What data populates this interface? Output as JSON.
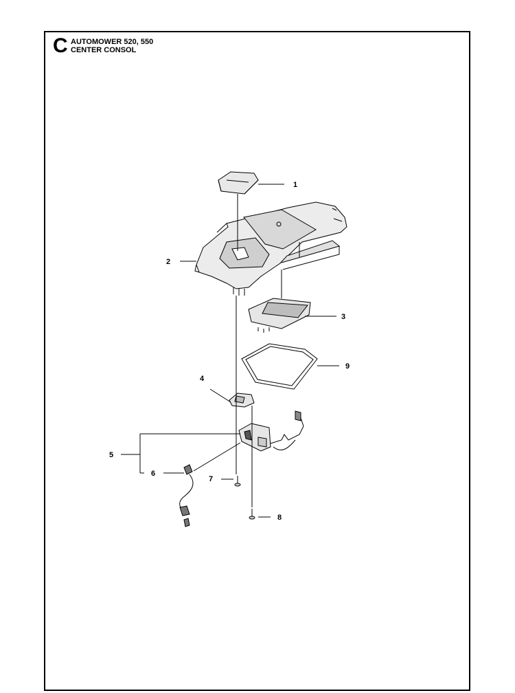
{
  "header": {
    "section_letter": "C",
    "title_line1": "AUTOMOWER 520, 550",
    "title_line2": "CENTER CONSOL"
  },
  "callouts": [
    {
      "id": "1",
      "label": "1"
    },
    {
      "id": "2",
      "label": "2"
    },
    {
      "id": "3",
      "label": "3"
    },
    {
      "id": "4",
      "label": "4"
    },
    {
      "id": "5",
      "label": "5"
    },
    {
      "id": "6",
      "label": "6"
    },
    {
      "id": "7",
      "label": "7"
    },
    {
      "id": "8",
      "label": "8"
    },
    {
      "id": "9",
      "label": "9"
    }
  ]
}
